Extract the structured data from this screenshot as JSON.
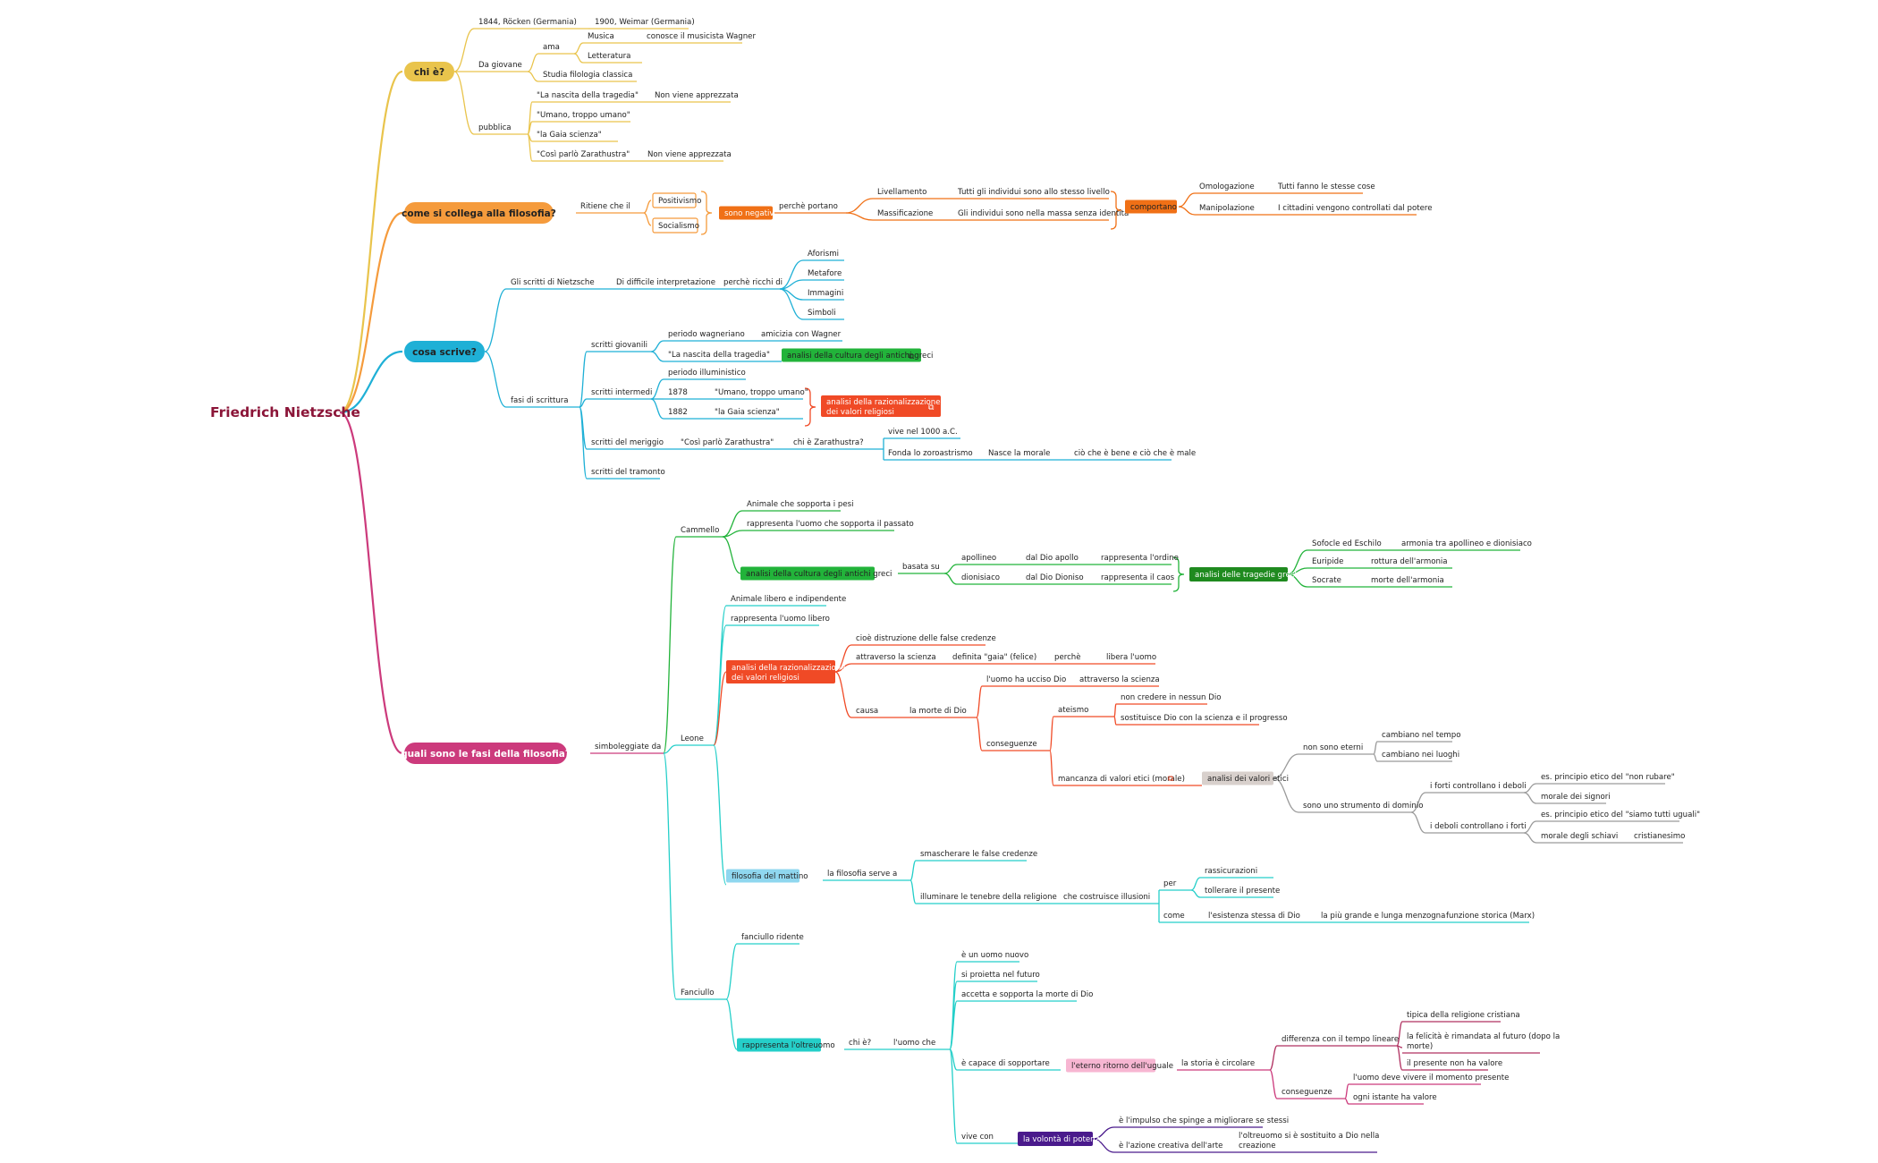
{
  "root": {
    "label": "Friedrich Nietzsche",
    "color": "#8b1538"
  },
  "palette": {
    "yellow": "#e9c44c",
    "orange": "#f59b3c",
    "blue": "#1fb0d6",
    "pink": "#cc3a7c",
    "green": "#22b33a",
    "red": "#f04a26",
    "cyan": "#25cfc9",
    "dark_orange": "#f07016",
    "purple": "#4a1a8c",
    "gray": "#9a9a9a"
  },
  "branches": {
    "chi_e": {
      "label": "chi è?",
      "nodes": [
        "1844, Röcken (Germania)",
        "1900, Weimar (Germania)",
        "Da giovane",
        "ama",
        "Musica",
        "conosce il musicista Wagner",
        "Letteratura",
        "Studia filologia classica",
        "pubblica",
        "\"La nascita della tragedia\"",
        "Non viene apprezzata",
        "\"Umano, troppo umano\"",
        "\"la Gaia scienza\"",
        "\"Così parlò Zarathustra\"",
        "Non viene apprezzata"
      ]
    },
    "filosofia": {
      "label": "come si collega alla filosofia?",
      "nodes": [
        "Ritiene che il",
        "Positivismo",
        "Socialismo",
        "sono negativi",
        "perchè portano",
        "Livellamento",
        "Tutti gli individui sono allo stesso livello",
        "Massificazione",
        "Gli individui sono nella massa senza identità",
        "comportano",
        "Omologazione",
        "Tutti fanno le stesse cose",
        "Manipolazione",
        "I cittadini vengono controllati dal potere"
      ]
    },
    "scrive": {
      "label": "cosa scrive?",
      "nodes": [
        "Gli scritti di Nietzsche",
        "Di difficile interpretazione",
        "perchè ricchi di",
        "Aforismi",
        "Metafore",
        "Immagini",
        "Simboli",
        "fasi di scrittura",
        "scritti giovanili",
        "periodo wagneriano",
        "amicizia con Wagner",
        "\"La nascita della tragedia\"",
        "analisi della cultura degli antichi greci",
        "scritti intermedi",
        "periodo illuministico",
        "1878",
        "\"Umano, troppo umano\"",
        "1882",
        "\"la Gaia scienza\"",
        "analisi della razionalizzazione",
        "dei valori religiosi",
        "scritti del meriggio",
        "\"Così parlò Zarathustra\"",
        "chi è Zarathustra?",
        "vive nel 1000 a.C.",
        "Fonda lo zoroastrismo",
        "Nasce la morale",
        "ciò che è bene e ciò che è male",
        "scritti del tramonto"
      ]
    },
    "fasi": {
      "label": "quali sono le fasi della filosofia?",
      "nodes": [
        "simboleggiate da",
        "Cammello",
        "Animale che sopporta i pesi",
        "rappresenta l'uomo che sopporta il passato",
        "analisi della cultura degli antichi greci",
        "basata su",
        "apollineo",
        "dal Dio apollo",
        "rappresenta l'ordine",
        "dionisiaco",
        "dal Dio Dioniso",
        "rappresenta il caos",
        "analisi delle tragedie greche",
        "Sofocle ed Eschilo",
        "armonia tra apollineo e dionisiaco",
        "Euripide",
        "rottura dell'armonia",
        "Socrate",
        "morte dell'armonia",
        "Leone",
        "Animale libero e indipendente",
        "rappresenta l'uomo libero",
        "analisi della razionalizzazione",
        "dei valori religiosi",
        "cioè distruzione delle false credenze",
        "attraverso la scienza",
        "definita \"gaia\" (felice)",
        "perchè",
        "libera l'uomo",
        "causa",
        "la morte di Dio",
        "l'uomo ha ucciso Dio",
        "attraverso la scienza",
        "conseguenze",
        "ateismo",
        "non credere in nessun Dio",
        "sostituisce Dio con la scienza e il progresso",
        "mancanza di valori etici (morale)",
        "analisi dei valori etici",
        "non sono eterni",
        "cambiano nel tempo",
        "cambiano nei luoghi",
        "sono uno strumento di dominio",
        "i forti controllano i deboli",
        "es. principio etico del \"non rubare\"",
        "morale dei signori",
        "i deboli controllano i forti",
        "es. principio etico del \"siamo tutti uguali\"",
        "morale degli schiavi",
        "cristianesimo",
        "filosofia del mattino",
        "la filosofia serve a",
        "smascherare le false credenze",
        "illuminare le tenebre della religione",
        "che costruisce illusioni",
        "per",
        "rassicurazioni",
        "tollerare il presente",
        "come",
        "l'esistenza stessa di Dio",
        "la più grande e lunga menzogna",
        "funzione storica (Marx)",
        "Fanciullo",
        "fanciullo ridente",
        "rappresenta l'oltreuomo",
        "chi è?",
        "l'uomo che",
        "è un uomo nuovo",
        "si proietta nel futuro",
        "accetta e sopporta la morte di Dio",
        "è capace di sopportare",
        "l'eterno ritorno dell'uguale",
        "la storia è circolare",
        "differenza con il tempo lineare",
        "tipica della religione cristiana",
        "la felicità è rimandata al futuro (dopo la",
        "morte)",
        "il presente non ha valore",
        "conseguenze",
        "l'uomo deve vivere il momento presente",
        "ogni istante ha valore",
        "vive con",
        "la volontà di potenza",
        "è l'impulso che spinge a migliorare se stessi",
        "è l'azione creativa dell'arte",
        "l'oltreuomo si è sostituito a Dio nella",
        "creazione"
      ]
    }
  }
}
